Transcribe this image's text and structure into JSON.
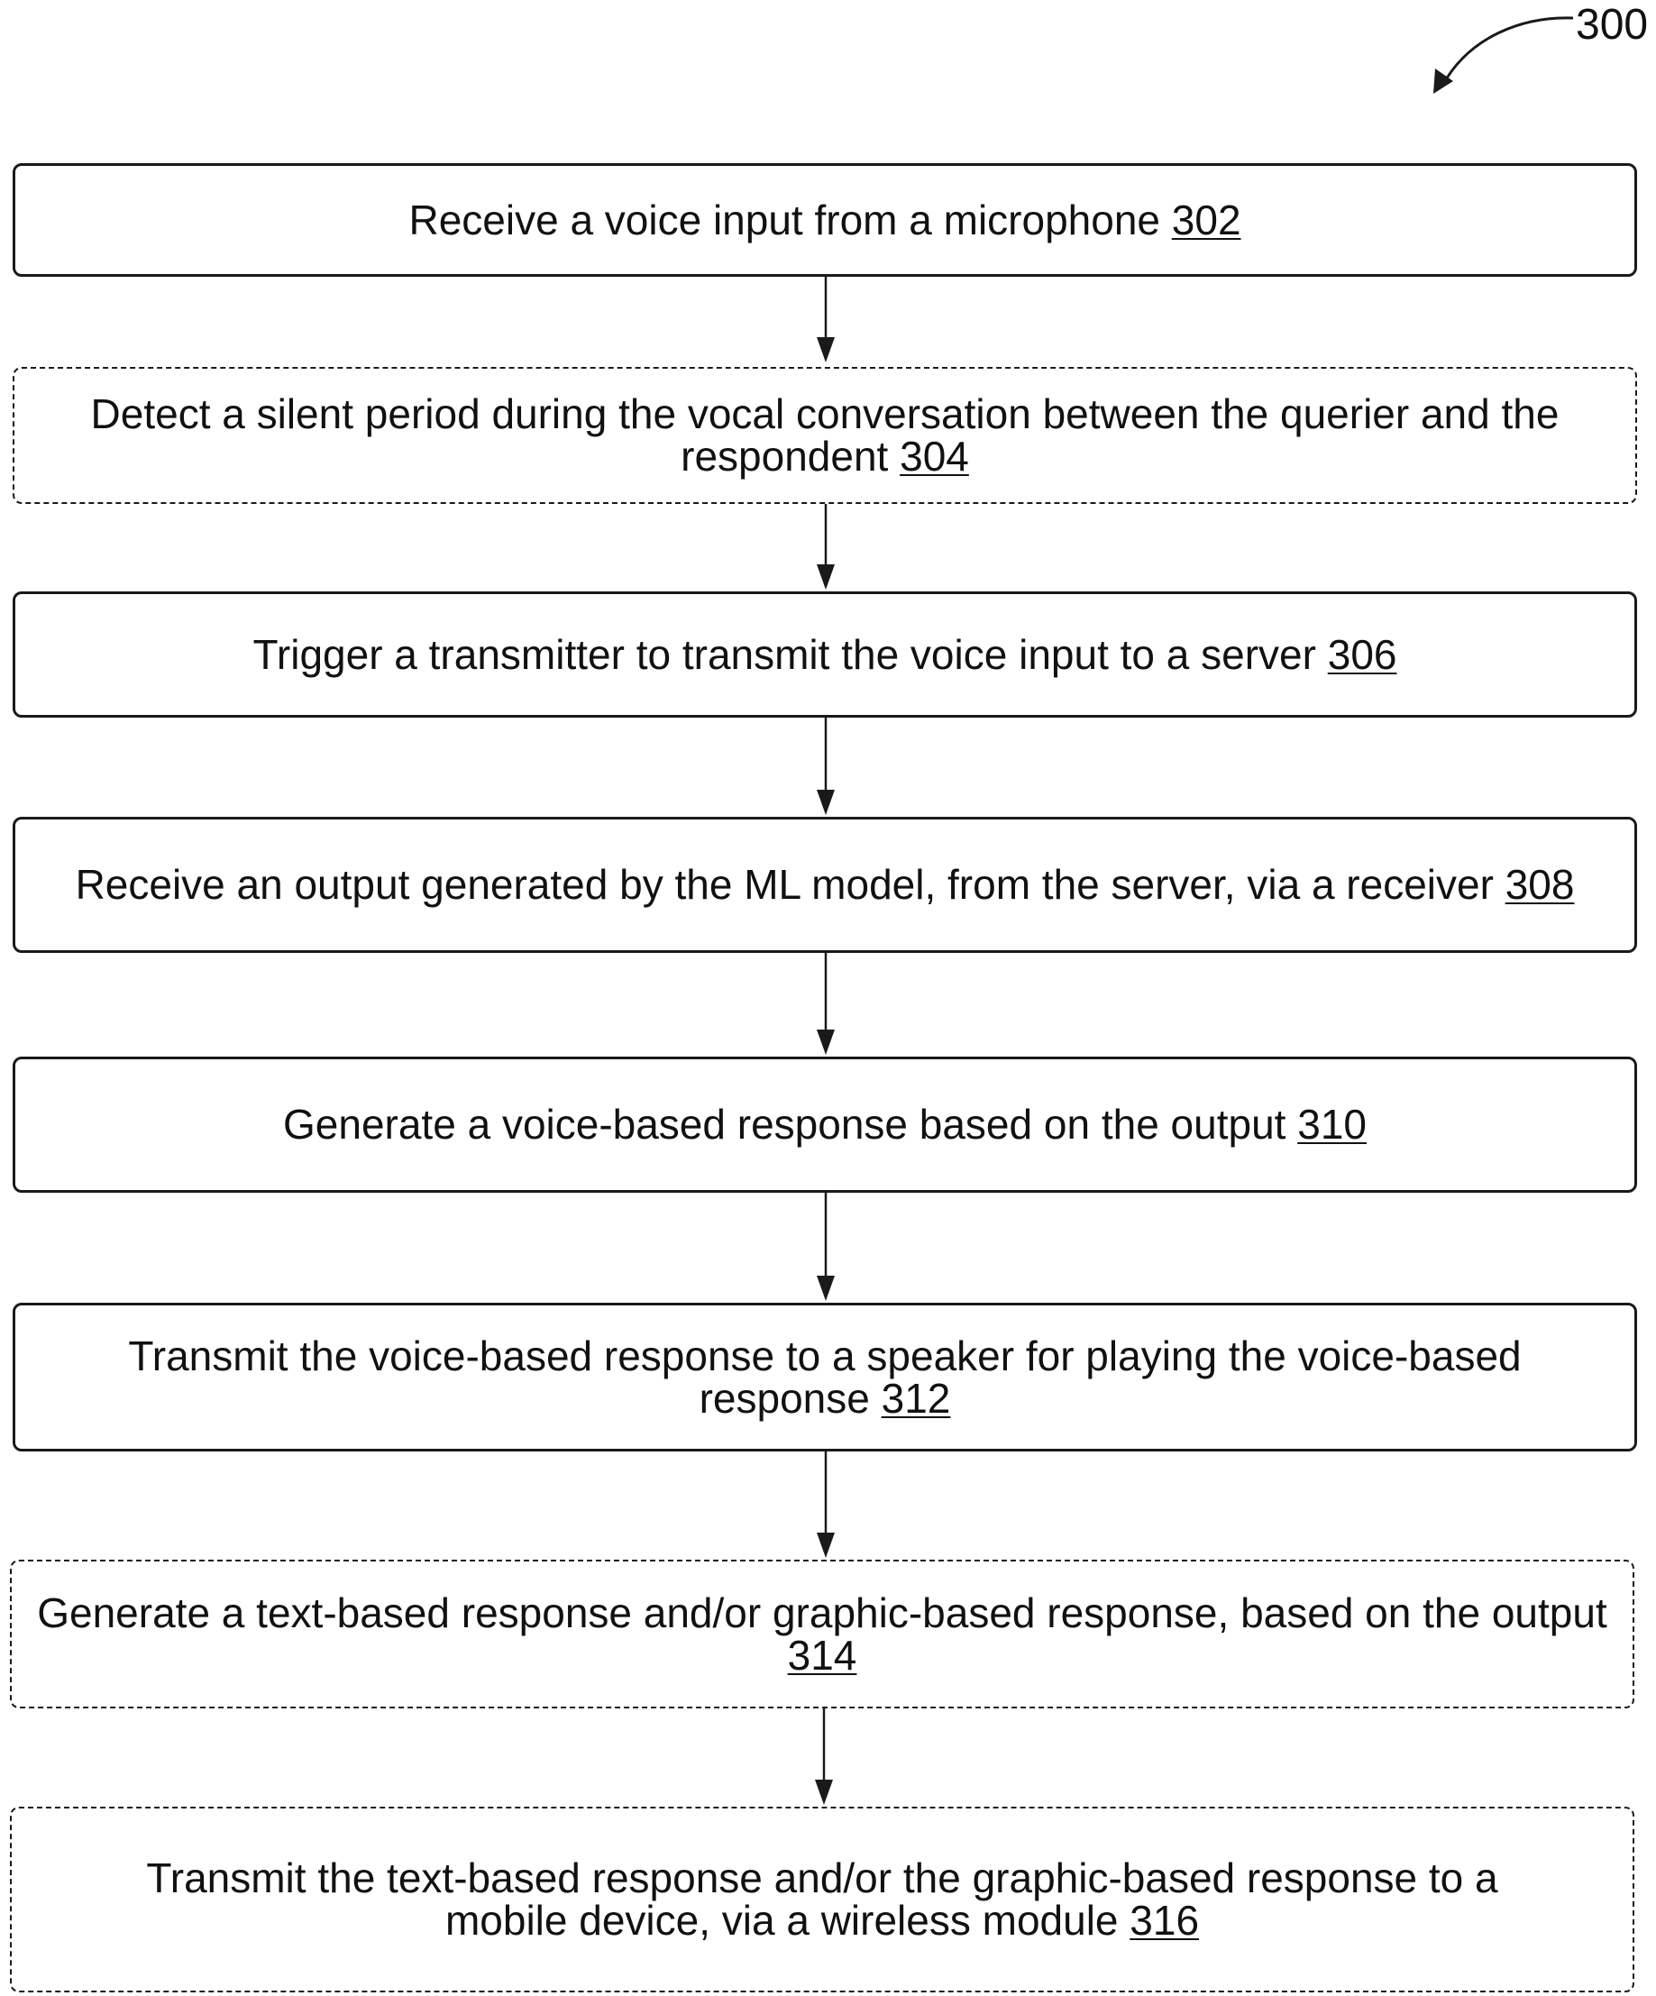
{
  "figure_ref": "300",
  "steps": [
    {
      "text": "Receive a voice input from a microphone ",
      "num": "302",
      "style": "solid"
    },
    {
      "text": "Detect a silent period during the vocal conversation between the querier and the respondent ",
      "num": "304",
      "style": "dashed"
    },
    {
      "text": "Trigger a transmitter to transmit the voice input to a server ",
      "num": "306",
      "style": "solid"
    },
    {
      "text": "Receive an output generated by the ML model, from the server, via a receiver ",
      "num": "308",
      "style": "solid"
    },
    {
      "text": "Generate a voice-based response based on the output ",
      "num": "310",
      "style": "solid"
    },
    {
      "text": "Transmit the voice-based response to a speaker for playing the voice-based response ",
      "num": "312",
      "style": "solid"
    },
    {
      "text": "Generate a text-based response and/or graphic-based response, based on the output ",
      "num": "314",
      "style": "dashed"
    },
    {
      "text": "Transmit the text-based response and/or the graphic-based response to a mobile device, via a wireless module ",
      "num": "316",
      "style": "dashed"
    }
  ]
}
